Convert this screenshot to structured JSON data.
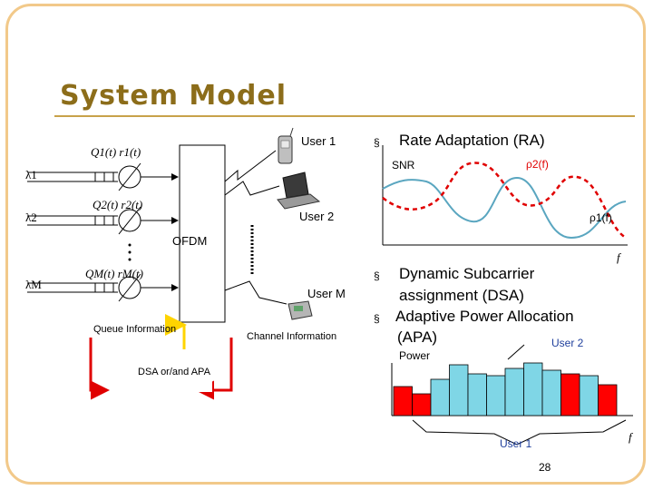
{
  "slide": {
    "title": "System Model",
    "page_number": "28"
  },
  "left_diagram": {
    "lambda_1": "λ1",
    "lambda_2": "λ2",
    "lambda_M": "λM",
    "q1_label": "Q1(t)  r1(t)",
    "q2_label": "Q2(t)  r2(t)",
    "qM_label": "QM(t)  rM(t)",
    "user_1": "User 1",
    "user_2": "User 2",
    "user_M": "User M",
    "ofdm": "OFDM",
    "queue_information": "Queue Information",
    "channel_information": "Channel Information",
    "dsa_apa": "DSA or/and APA"
  },
  "right_panel": {
    "bullet_1": "Rate Adaptation (RA)",
    "snr_label": "SNR",
    "rho2_label": "ρ2(f)",
    "rho1_label": "ρ1(f)",
    "f_axis_top": "f",
    "bullet_2_line_1": "Dynamic Subcarrier",
    "bullet_2_line_2": "assignment (DSA)",
    "bullet_3_line_1": "Adaptive Power Allocation",
    "bullet_3_line_2": "(APA)",
    "power_label": "Power",
    "user_2_label": "User 2",
    "user_1_label": "User 1",
    "f_axis_bottom": "f"
  },
  "colors": {
    "title": "#8c6d1a",
    "frame": "#f2c98a",
    "feedback_red": "#e00000",
    "feedback_yellow": "#ffd400",
    "curve_teal": "#5aa6c0",
    "curve_red": "#e00000",
    "bar_red": "#ff0000",
    "bar_teal": "#7fd6e6",
    "user_label_blue": "#1f3f9c"
  }
}
